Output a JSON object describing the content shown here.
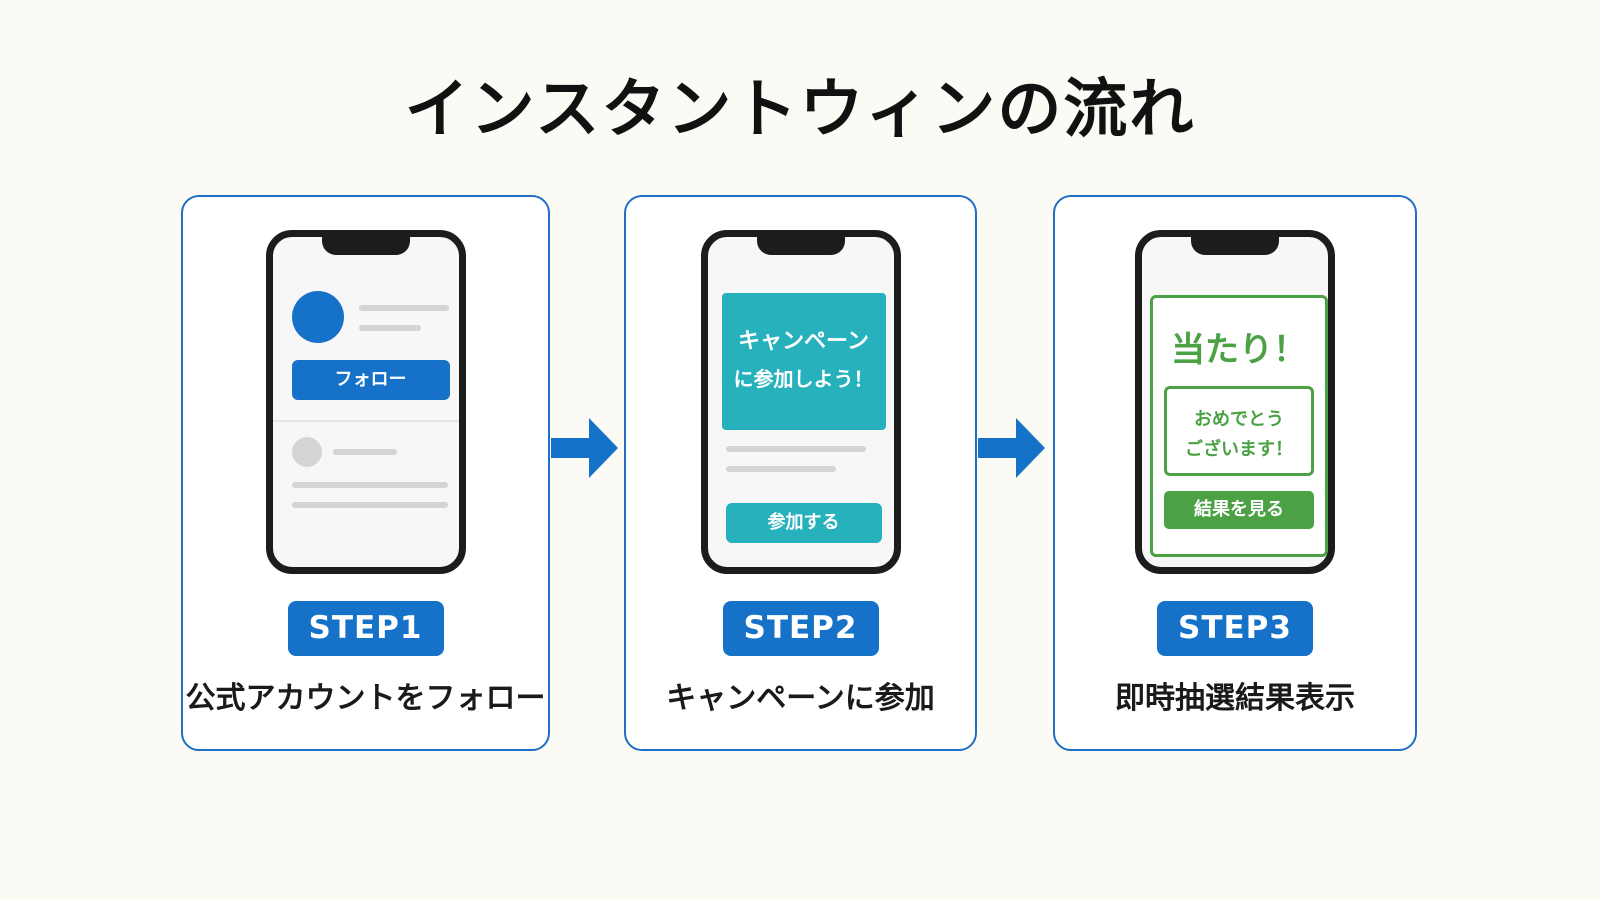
{
  "title": "インスタントウィンの流れ",
  "colors": {
    "accent_blue": "#1671c8",
    "teal": "#26b1bd",
    "green": "#4ca145",
    "background": "#fcfaf5"
  },
  "steps": [
    {
      "badge": "STEP1",
      "label": "公式アカウントをフォロー",
      "screen": {
        "button": "フォロー"
      }
    },
    {
      "badge": "STEP2",
      "label": "キャンペーンに参加",
      "screen": {
        "banner_line1": "キャンペーン",
        "banner_line2": "に参加しよう！",
        "button": "参加する"
      }
    },
    {
      "badge": "STEP3",
      "label": "即時抽選結果表示",
      "screen": {
        "headline": "当たり！",
        "message_line1": "おめでとう",
        "message_line2": "ございます！",
        "button": "結果を見る"
      }
    }
  ],
  "arrows": {
    "icon": "arrow-right-icon"
  }
}
